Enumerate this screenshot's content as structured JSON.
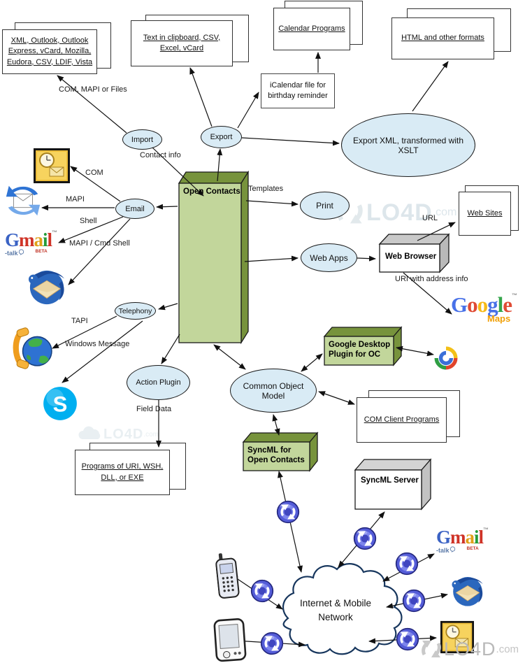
{
  "watermark": {
    "name": "LO4D",
    "suffix": ".com"
  },
  "stacked_boxes": {
    "xml_sources": "XML, Outlook, Outlook Express, vCard, Mozilla, Eudora, CSV, LDIF, Vista",
    "clipboard": "Text in clipboard, CSV, Excel, vCard",
    "calendar": "Calendar Programs",
    "html_formats": "HTML and other formats",
    "web_sites": "Web Sites",
    "com_clients": "COM Client Programs",
    "programs": "Programs of URI, WSH, DLL, or EXE"
  },
  "boxes": {
    "icalendar": "iCalendar file for birthday reminder"
  },
  "ellipses": {
    "import": "Import",
    "export": "Export",
    "email": "Email",
    "telephony": "Telephony",
    "action_plugin": "Action Plugin",
    "print": "Print",
    "web_apps": "Web Apps",
    "export_xml": "Export XML, transformed with XSLT",
    "common_object_model": "Common Object Model"
  },
  "solid_boxes": {
    "open_contacts": "Open Contacts",
    "google_desktop_plugin": "Google Desktop\nPlugin for OC",
    "syncml_oc": "SyncML for\nOpen Contacts",
    "web_browser": "Web Browser",
    "syncml_server": "SyncML Server"
  },
  "cloud": {
    "label": "Internet & Mobile\nNetwork"
  },
  "edge_labels": {
    "com_mapi_files": "COM, MAPI or Files",
    "contact_info": "Contact info",
    "com": "COM",
    "mapi": "MAPI",
    "shell": "Shell",
    "mapi_cmd_shell": "MAPI / Cmd Shell",
    "tapi": "TAPI",
    "windows_message": "Windows Message",
    "field_data": "Field Data",
    "templates": "Templates",
    "url": "URL",
    "uri_address": "URI with address info"
  },
  "logos": {
    "gmail": {
      "l1": "G",
      "l2": "m",
      "l3": "a",
      "l4": "i",
      "l5": "l",
      "tm": "™",
      "talk": "-talk",
      "beta": "BETA"
    },
    "google": {
      "l1": "G",
      "l2": "o",
      "l3": "o",
      "l4": "g",
      "l5": "l",
      "l6": "e",
      "tm": "™",
      "maps": "Maps"
    },
    "skype_letter": "S"
  },
  "colors": {
    "ellipse_fill": "#d9ebf5",
    "green_face": "#c2d69b",
    "green_dark": "#77933c",
    "gray_dark": "#c9c9c9",
    "cloud_stroke": "#17365d",
    "arrow": "#111111"
  }
}
